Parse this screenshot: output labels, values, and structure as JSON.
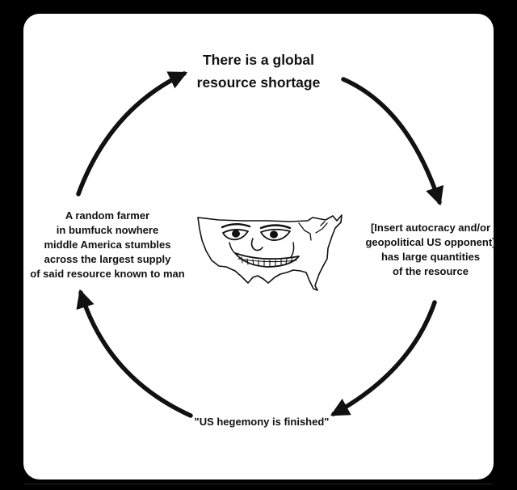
{
  "cycle": {
    "top_label": "There is a global resource shortage",
    "top_label_line1": "There is a global",
    "top_label_line2": "resource shortage",
    "right_label": "[Insert autocracy and/or geopolitical US opponent] has large quantities of the resource",
    "right_label_lines": [
      "[Insert autocracy and/or",
      "geopolitical US opponent]",
      "has large quantities",
      "of the resource"
    ],
    "bottom_label": "\"US hegemony is finished\"",
    "left_label": "A random farmer in bumfuck nowhere middle America stumbles across the largest supply of said resource known to man",
    "left_label_lines": [
      "A random farmer",
      "in bumfuck nowhere",
      "middle America stumbles",
      "across the largest supply",
      "of said resource known to man"
    ]
  },
  "center_image": {
    "icon": "trollface-usa-map-icon",
    "description_name": "US map drawn as smirking face"
  },
  "colors": {
    "page_background": "#000000",
    "card_background": "#ffffff",
    "arrow_color": "#111111",
    "text_color": "#111111"
  }
}
